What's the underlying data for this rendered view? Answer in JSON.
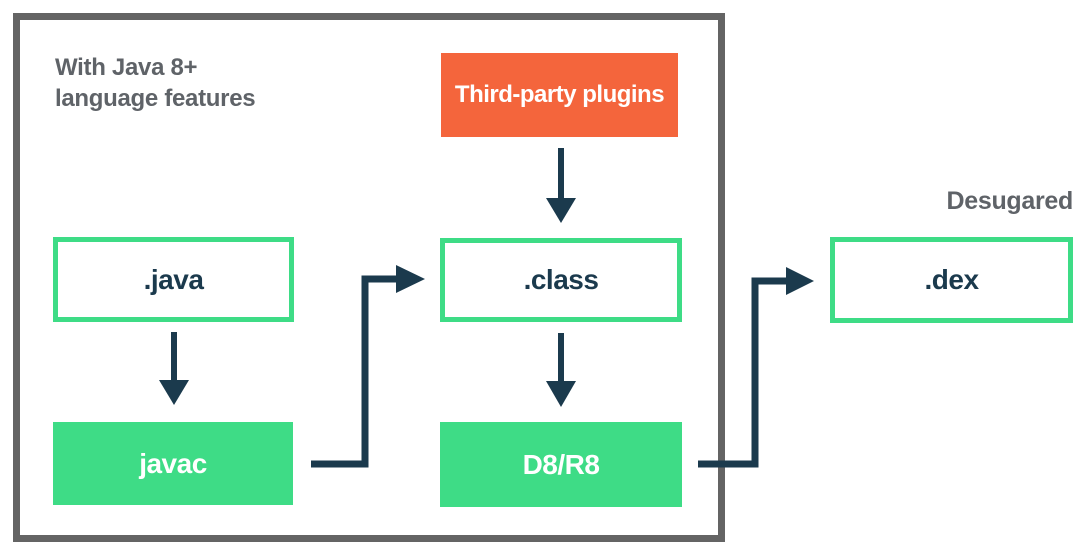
{
  "diagram": {
    "title_hint": "Java 8+ language feature desugaring pipeline",
    "annotations": {
      "top_left_line1": "With Java 8+",
      "top_left_line2": "language features",
      "desugared": "Desugared"
    },
    "nodes": {
      "third_party_plugins": "Third-party plugins",
      "java": ".java",
      "javac": "javac",
      "class": ".class",
      "d8r8": "D8/R8",
      "dex": ".dex"
    },
    "flows": [
      {
        "from": ".java",
        "to": "javac"
      },
      {
        "from": "Third-party plugins",
        "to": ".class"
      },
      {
        "from": "javac",
        "to": ".class"
      },
      {
        "from": ".class",
        "to": "D8/R8"
      },
      {
        "from": "D8/R8",
        "to": ".dex"
      }
    ],
    "colors": {
      "green": "#3EDC86",
      "orange": "#F4653C",
      "arrow_navy": "#1B3A4D",
      "frame_gray": "#646464",
      "text_gray": "#5F6368",
      "node_text_navy": "#1B3A4D",
      "background": "#FFFFFF"
    }
  }
}
